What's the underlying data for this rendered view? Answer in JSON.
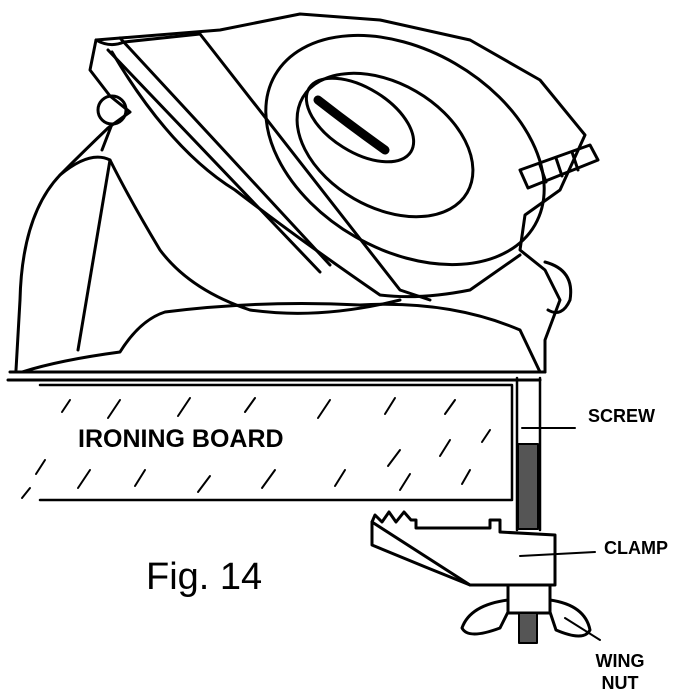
{
  "labels": {
    "board": "IRONING BOARD",
    "screw": "SCREW",
    "clamp": "CLAMP",
    "wing_nut_line1": "WING",
    "wing_nut_line2": "NUT"
  },
  "caption": "Fig. 14",
  "colors": {
    "ink": "#000000",
    "paper": "#ffffff"
  }
}
